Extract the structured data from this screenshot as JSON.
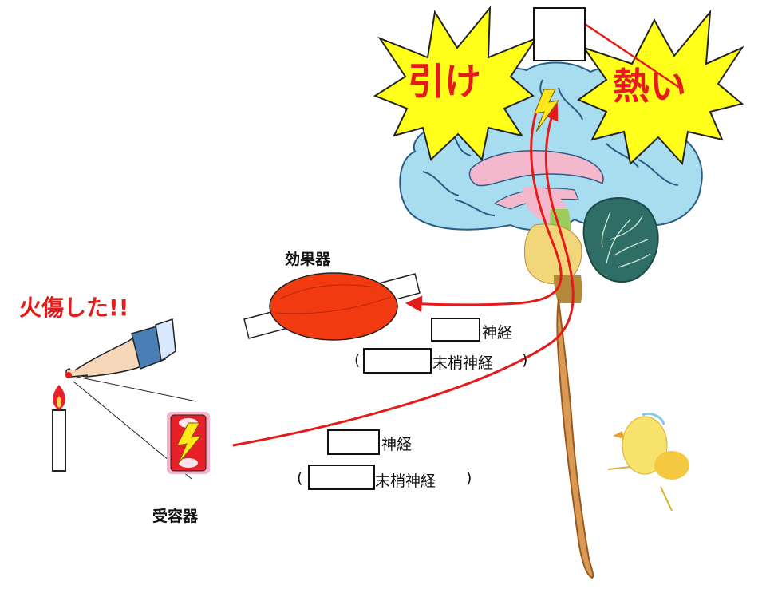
{
  "burst_left_text": "引け",
  "burst_right_text": "熱い",
  "burn_text": "火傷した!!",
  "effector_label": "効果器",
  "receptor_label": "受容器",
  "nerve_word": "神経",
  "peripheral_nerve_word": "末梢神経",
  "paren_open": "(",
  "paren_close": ")",
  "colors": {
    "arrow": "#e51b1b",
    "burst_fill": "#ffff1a",
    "burst_text": "#e51b1b",
    "brain": "#a8dcef",
    "cerebellum": "#2e6e66",
    "spinal_cord": "#d99a55",
    "muscle": "#f23a10",
    "receptor": "#e8202a",
    "flame": "#e8202a"
  }
}
